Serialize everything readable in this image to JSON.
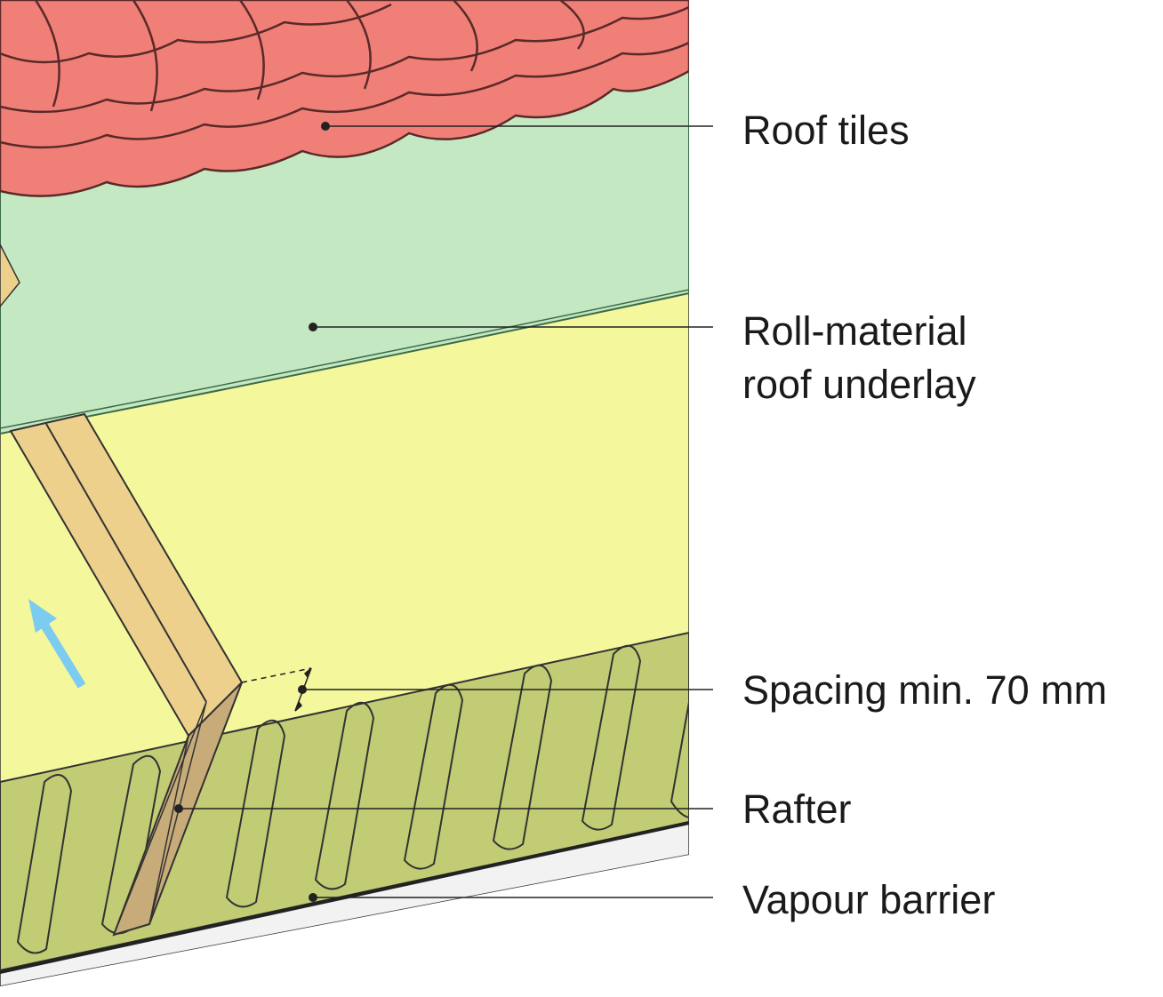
{
  "labels": {
    "roof_tiles": "Roof tiles",
    "underlay_line1": "Roll-material",
    "underlay_line2": "roof underlay",
    "spacing": "Spacing min. 70 mm",
    "rafter": "Rafter",
    "vapour_barrier": "Vapour barrier"
  },
  "colors": {
    "tiles": "#f07f78",
    "tile_stroke": "#5a2a28",
    "underlay": "#c4e8c2",
    "insulation_top": "#f4f79c",
    "insulation_bottom": "#c2cc74",
    "rafter_top": "#ecd08c",
    "rafter_side": "#c7ab78",
    "vapour_barrier": "#f2f2f2",
    "airflow_arrow": "#7ccbf0"
  },
  "icons": {
    "airflow": "airflow-arrow-icon"
  }
}
